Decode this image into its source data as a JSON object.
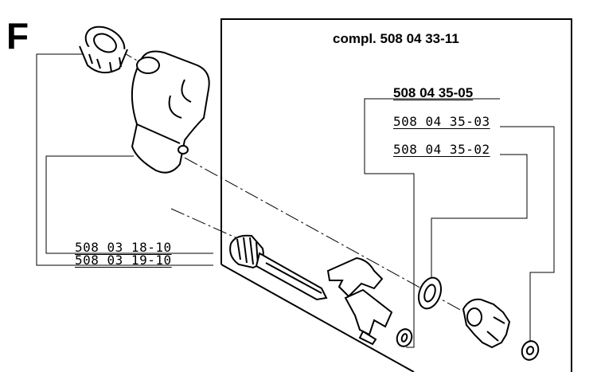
{
  "section_letter": "F",
  "assembly_label": "compl. 508 04 33-11",
  "parts": {
    "seal_kit": "508 04 35-05",
    "part_03": "508 04 35-03",
    "part_02": "508 04 35-02",
    "housing_a": "508 03 18-10",
    "housing_b": "508 03 19-10"
  },
  "colors": {
    "ink": "#000000",
    "paper": "#ffffff",
    "part_fill": "#ffffff",
    "shade": "#d8d8d8"
  }
}
